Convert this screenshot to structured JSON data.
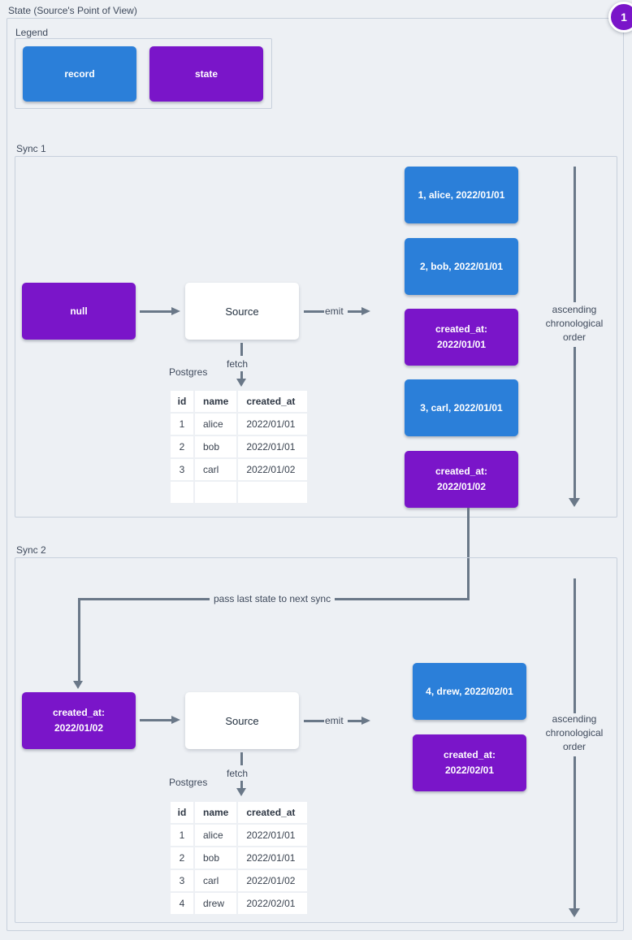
{
  "page": {
    "title": "State (Source's Point of View)",
    "badge": "1"
  },
  "colors": {
    "background": "#edf0f4",
    "frame_border": "#c7d0dc",
    "record_blue": "#2b7fd9",
    "state_purple": "#7a15c9",
    "badge_purple": "#7a15c9",
    "arrow_gray": "#6a7888",
    "text_slate": "#3f4a5c"
  },
  "legend": {
    "label": "Legend",
    "items": [
      {
        "label": "record",
        "type": "record"
      },
      {
        "label": "state",
        "type": "state"
      }
    ]
  },
  "sync1": {
    "label": "Sync 1",
    "state_in": {
      "lines": [
        "null"
      ]
    },
    "source": {
      "label": "Source"
    },
    "emit_label": "emit",
    "fetch_label": "fetch",
    "db_label": "Postgres",
    "table": {
      "headers": [
        "id",
        "name",
        "created_at"
      ],
      "rows": [
        [
          "1",
          "alice",
          "2022/01/01"
        ],
        [
          "2",
          "bob",
          "2022/01/01"
        ],
        [
          "3",
          "carl",
          "2022/01/02"
        ],
        [
          "",
          "",
          ""
        ]
      ]
    },
    "emitted": [
      {
        "type": "record",
        "lines": [
          "1, alice, 2022/01/01"
        ]
      },
      {
        "type": "record",
        "lines": [
          "2, bob, 2022/01/01"
        ]
      },
      {
        "type": "state",
        "lines": [
          "created_at:",
          "2022/01/01"
        ]
      },
      {
        "type": "record",
        "lines": [
          "3, carl, 2022/01/01"
        ]
      },
      {
        "type": "state",
        "lines": [
          "created_at:",
          "2022/01/02"
        ]
      }
    ],
    "order_label": "ascending chronological order"
  },
  "connector": {
    "label": "pass last state to next sync"
  },
  "sync2": {
    "label": "Sync 2",
    "state_in": {
      "lines": [
        "created_at:",
        "2022/01/02"
      ]
    },
    "source": {
      "label": "Source"
    },
    "emit_label": "emit",
    "fetch_label": "fetch",
    "db_label": "Postgres",
    "table": {
      "headers": [
        "id",
        "name",
        "created_at"
      ],
      "rows": [
        [
          "1",
          "alice",
          "2022/01/01"
        ],
        [
          "2",
          "bob",
          "2022/01/01"
        ],
        [
          "3",
          "carl",
          "2022/01/02"
        ],
        [
          "4",
          "drew",
          "2022/02/01"
        ]
      ]
    },
    "emitted": [
      {
        "type": "record",
        "lines": [
          "4, drew, 2022/02/01"
        ]
      },
      {
        "type": "state",
        "lines": [
          "created_at:",
          "2022/02/01"
        ]
      }
    ],
    "order_label": "ascending chronological order"
  }
}
